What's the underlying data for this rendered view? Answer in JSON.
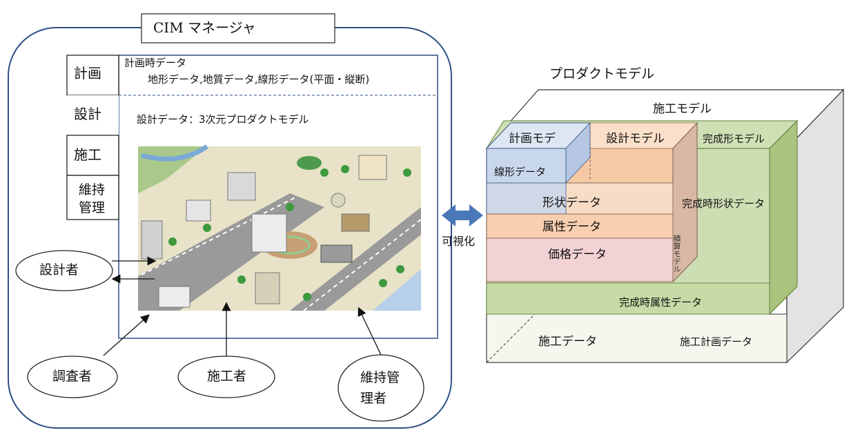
{
  "manager": {
    "title": "CIM マネージャ",
    "phases": [
      "計画",
      "設計",
      "施工",
      "維持\n管理"
    ],
    "plan_line1": "計画時データ",
    "plan_line2": "地形データ,地質データ,線形データ(平面・縦断)",
    "design_line": "設計データ：3次元プロダクトモデル"
  },
  "actors": {
    "designer": "設計者",
    "surveyor": "調査者",
    "builder": "施工者",
    "maintainer": "維持管\n理者"
  },
  "visualize_label": "可視化",
  "product_model": {
    "title": "プロダクトモデル",
    "construction_model": "施工モデル",
    "plan_model": "計画モデ",
    "design_model": "設計モデル",
    "completed_model": "完成形モデル",
    "alignment_data": "線形データ",
    "shape_data": "形状データ",
    "attribute_data": "属性データ",
    "price_data": "価格データ",
    "estimate_model": "積算モデル",
    "completed_shape_data": "完成時形状データ",
    "completed_attribute_data": "完成時属性データ",
    "construction_data": "施工データ",
    "construction_plan_data": "施工計画データ"
  },
  "colors": {
    "frame_blue": "#2f4f86",
    "arrow_blue": "#4a78b8",
    "green": "#bcd39a",
    "orange": "#f6c9a5",
    "blue_fill": "#c9d7ec",
    "pink": "#f2d2d4",
    "gray": "#e6e6e6"
  }
}
